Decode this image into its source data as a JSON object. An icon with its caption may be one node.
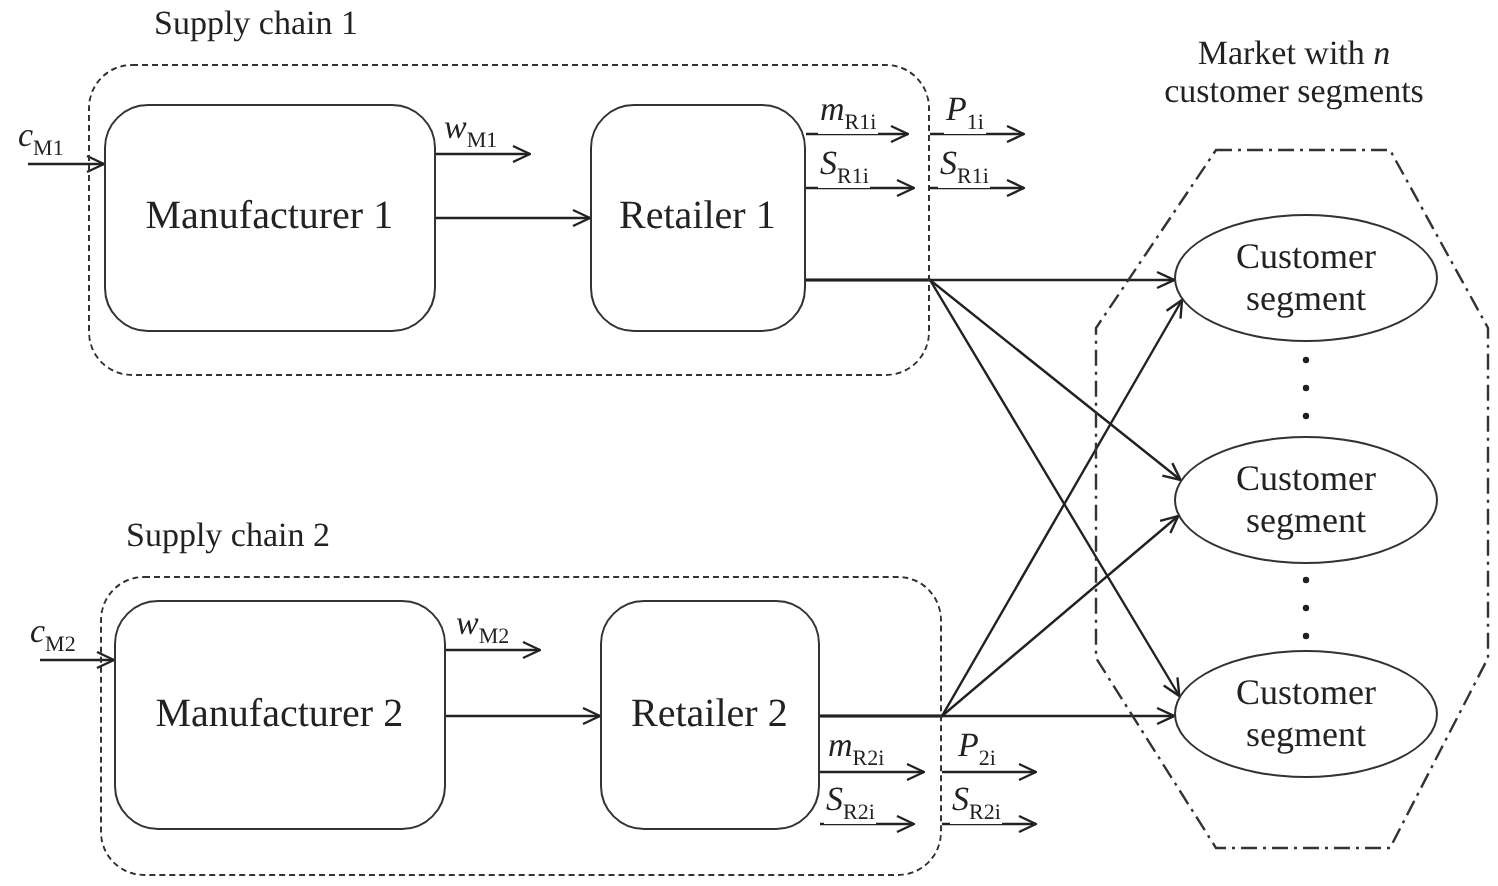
{
  "diagram": {
    "nodes": [
      {
        "text": [
          "Supply chain 1"
        ]
      },
      {
        "text": [
          "Manufacturer 1"
        ],
        "in": 0
      },
      {
        "text": [
          "Retailer 1"
        ],
        "in": 0
      },
      {
        "text": [
          "Supply chain 2"
        ]
      },
      {
        "text": [
          "Manufacturer 2"
        ],
        "in": 3
      },
      {
        "text": [
          "Retailer 2"
        ],
        "in": 3
      },
      {
        "text": [
          "Market with *n* customer segments"
        ]
      },
      {
        "text": [
          "Customer segment"
        ],
        "in": 6
      },
      {
        "text": [
          "Customer segment"
        ],
        "in": 6
      },
      {
        "text": [
          "Customer segment"
        ],
        "in": 6
      }
    ],
    "edges": [
      {
        "from": null,
        "to": 1,
        "arrow": "to",
        "label": "*c*$_{M1}$"
      },
      {
        "from": 1,
        "to": null,
        "arrow": "to",
        "label": "*w*$_{M1}$"
      },
      {
        "from": 1,
        "to": 2,
        "arrow": "to"
      },
      {
        "from": 2,
        "to": null,
        "arrow": "to",
        "label": "*m*$_{R1i}$"
      },
      {
        "from": 2,
        "to": null,
        "arrow": "to",
        "label": "*S*$_{R1i}$"
      },
      {
        "from": 0,
        "to": null,
        "arrow": "to",
        "label": "*P*$_{1i}$"
      },
      {
        "from": 0,
        "to": null,
        "arrow": "to",
        "label": "*S*$_{R1i}$"
      },
      {
        "from": 2,
        "to": 7,
        "arrow": "to"
      },
      {
        "from": 2,
        "to": 8,
        "arrow": "to"
      },
      {
        "from": 2,
        "to": 9,
        "arrow": "to"
      },
      {
        "from": null,
        "to": 4,
        "arrow": "to",
        "label": "*c*$_{M2}$"
      },
      {
        "from": 4,
        "to": null,
        "arrow": "to",
        "label": "*w*$_{M2}$"
      },
      {
        "from": 4,
        "to": 5,
        "arrow": "to"
      },
      {
        "from": 5,
        "to": null,
        "arrow": "to",
        "label": "*m*$_{R2i}$"
      },
      {
        "from": 5,
        "to": null,
        "arrow": "to",
        "label": "*S*$_{R2i}$"
      },
      {
        "from": 3,
        "to": null,
        "arrow": "to",
        "label": "*P*$_{2i}$"
      },
      {
        "from": 3,
        "to": null,
        "arrow": "to",
        "label": "*S*$_{R2i}$"
      },
      {
        "from": 5,
        "to": 7,
        "arrow": "to"
      },
      {
        "from": 5,
        "to": 8,
        "arrow": "to"
      },
      {
        "from": 5,
        "to": 9,
        "arrow": "to"
      }
    ]
  }
}
